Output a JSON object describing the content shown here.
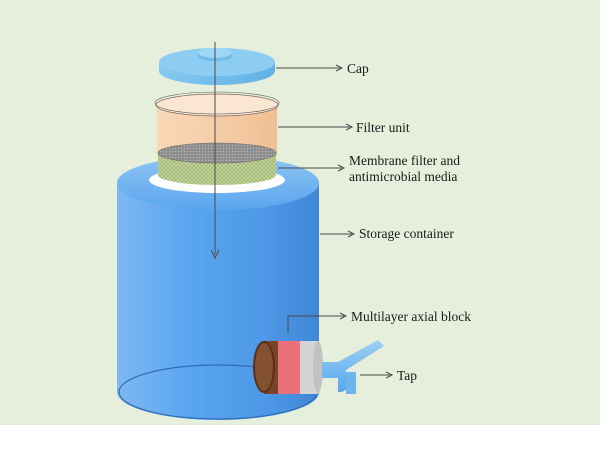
{
  "diagram": {
    "labels": {
      "cap": "Cap",
      "filter_unit": "Filter unit",
      "membrane_line1": "Membrane filter and",
      "membrane_line2": "antimicrobial media",
      "storage_container": "Storage container",
      "axial_block": "Multilayer axial block",
      "tap": "Tap"
    },
    "colors": {
      "background": "#e6eedc",
      "container": "#5aa6ef",
      "cap": "#78c2ee",
      "filter_unit": "#f6cda7",
      "membrane": "#b9cc8f",
      "axial_block_layers": [
        "#7a4526",
        "#ec6f7c",
        "#d4d4d4"
      ]
    }
  }
}
